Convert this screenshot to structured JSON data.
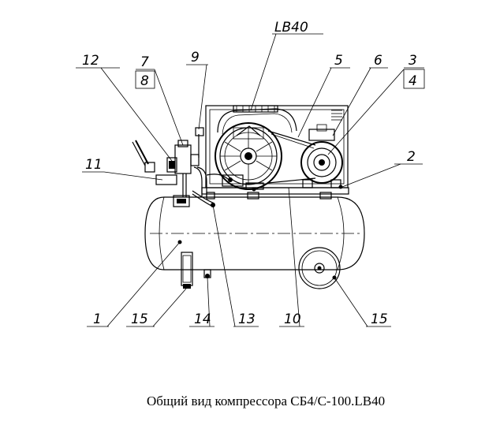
{
  "caption": "Общий вид компрессора СБ4/С-100.LB40",
  "labels": {
    "lb40": "LB40",
    "n12": "12",
    "n7": "7",
    "n8": "8",
    "n9": "9",
    "n5": "5",
    "n6": "6",
    "n3": "3",
    "n4": "4",
    "n11": "11",
    "n2": "2",
    "n1": "1",
    "n15a": "15",
    "n14": "14",
    "n13": "13",
    "n10": "10",
    "n15b": "15"
  }
}
